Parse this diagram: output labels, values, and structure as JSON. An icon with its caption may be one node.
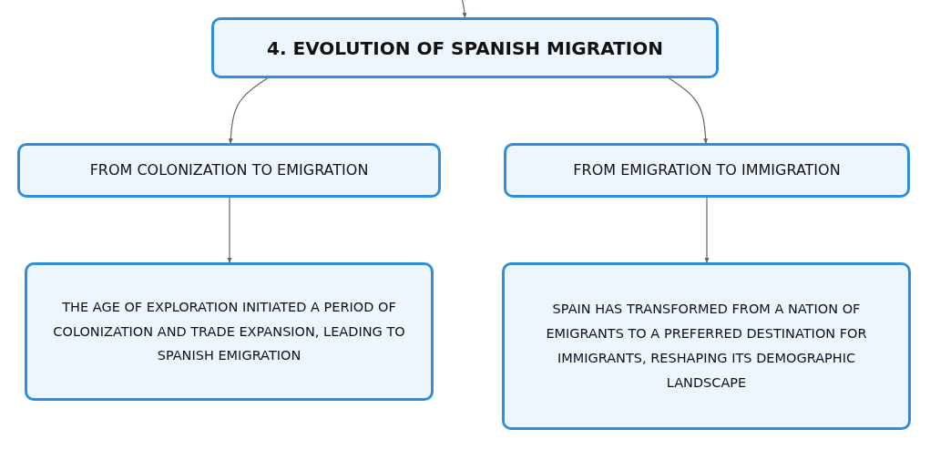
{
  "diagram": {
    "nodes": [
      {
        "text": [
          "4. EVOLUTION OF SPANISH MIGRATION"
        ]
      },
      {
        "text": [
          "FROM COLONIZATION TO EMIGRATION"
        ]
      },
      {
        "text": [
          "FROM EMIGRATION TO IMMIGRATION"
        ]
      },
      {
        "text": [
          "THE AGE OF EXPLORATION INITIATED A PERIOD OF COLONIZATION AND TRADE EXPANSION, LEADING TO SPANISH EMIGRATION"
        ]
      },
      {
        "text": [
          "SPAIN HAS TRANSFORMED FROM A NATION OF EMIGRANTS TO A PREFERRED DESTINATION FOR IMMIGRANTS, RESHAPING ITS DEMOGRAPHIC LANDSCAPE"
        ]
      }
    ],
    "edges": [
      {
        "from": null,
        "to": 0,
        "arrow": "to"
      },
      {
        "from": 0,
        "to": 1,
        "arrow": "to"
      },
      {
        "from": 0,
        "to": 2,
        "arrow": "to"
      },
      {
        "from": 1,
        "to": 3,
        "arrow": "to"
      },
      {
        "from": 2,
        "to": 4,
        "arrow": "to"
      }
    ]
  }
}
